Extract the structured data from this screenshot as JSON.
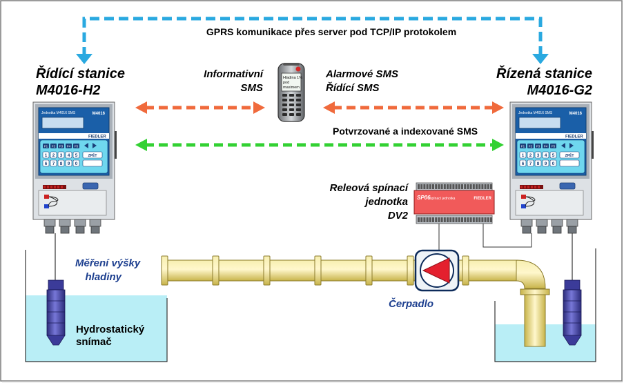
{
  "labels": {
    "gprs": "GPRS komunikace přes server pod TCP/IP protokolem",
    "master_title": "Řídící stanice",
    "master_model": "M4016-H2",
    "slave_title": "Řízená stanice",
    "slave_model": "M4016-G2",
    "info_line1": "Informativní",
    "info_line2": "SMS",
    "alarm_line1": "Alarmové SMS",
    "alarm_line2": "Řídící SMS",
    "confirm": "Potvrzované a indexované SMS",
    "relay_line1": "Releová spínací",
    "relay_line2": "jednotka",
    "relay_line3": "DV2",
    "level_line1": "Měření výšky",
    "level_line2": "hladiny",
    "pump": "Čerpadlo",
    "sensor_line1": "Hydrostatický",
    "sensor_line2": "snímač"
  },
  "device": {
    "header_text": "Jednotka M4016 SMS",
    "model_badge": "M4016",
    "brand": "FIEDLER",
    "fkeys": [
      "F1",
      "F2",
      "F3",
      "F4",
      "F5"
    ],
    "keys_row1": [
      "1",
      "2",
      "3",
      "4",
      "5"
    ],
    "keys_row2": [
      "6",
      "7",
      "8",
      "9",
      "0"
    ],
    "enter_label": "ZPĚT"
  },
  "phone": {
    "screen_line1": "Hladina 1%",
    "screen_line2": "pod",
    "screen_line3": "maximem"
  },
  "relay_unit": {
    "badge": "SP06",
    "subtitle": "spínací jednotka",
    "brand": "FIEDLER"
  },
  "colors": {
    "gprs_arrow": "#2aa9e0",
    "sms_arrow": "#f06a3c",
    "confirm_arrow": "#33d133",
    "device_panel": "#1a5fa8",
    "keypad": "#6fd7ee",
    "pipe": "#f0e08a",
    "water": "#b9eef6",
    "pump_arrow": "#e4202e",
    "title_text": "#000000",
    "blue_text": "#1d3f8f"
  }
}
